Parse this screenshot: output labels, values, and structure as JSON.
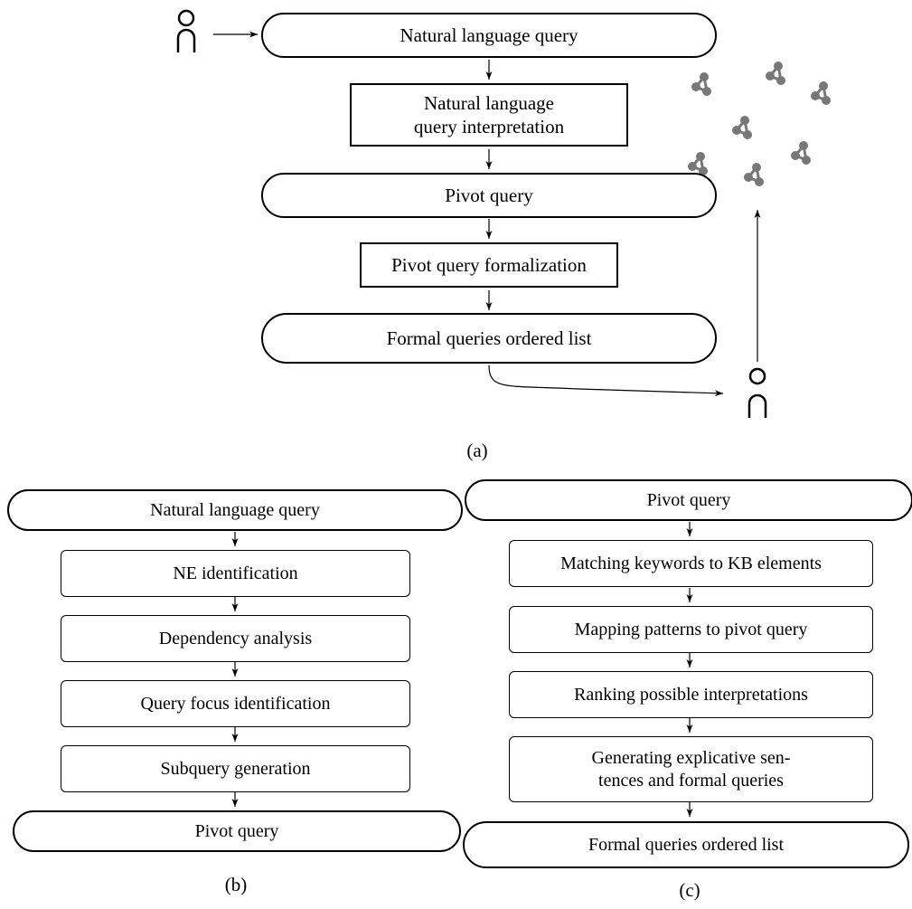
{
  "panel_a": {
    "label": "(a)",
    "nodes": {
      "nl_query": "Natural language query",
      "nl_interp_line1": "Natural language",
      "nl_interp_line2": "query interpretation",
      "pivot_query": "Pivot query",
      "pivot_formalization": "Pivot query formalization",
      "formal_list": "Formal queries ordered list"
    }
  },
  "panel_b": {
    "label": "(b)",
    "nodes": {
      "nl_query": "Natural language query",
      "ne_identification": "NE identification",
      "dependency_analysis": "Dependency analysis",
      "focus_identification": "Query focus identification",
      "subquery_generation": "Subquery generation",
      "pivot_query": "Pivot query"
    }
  },
  "panel_c": {
    "label": "(c)",
    "nodes": {
      "pivot_query": "Pivot query",
      "matching": "Matching keywords to KB elements",
      "mapping": "Mapping patterns to pivot query",
      "ranking": "Ranking possible interpretations",
      "generating_line1": "Generating explicative sen-",
      "generating_line2": "tences and formal queries",
      "formal_list": "Formal queries ordered list"
    }
  }
}
